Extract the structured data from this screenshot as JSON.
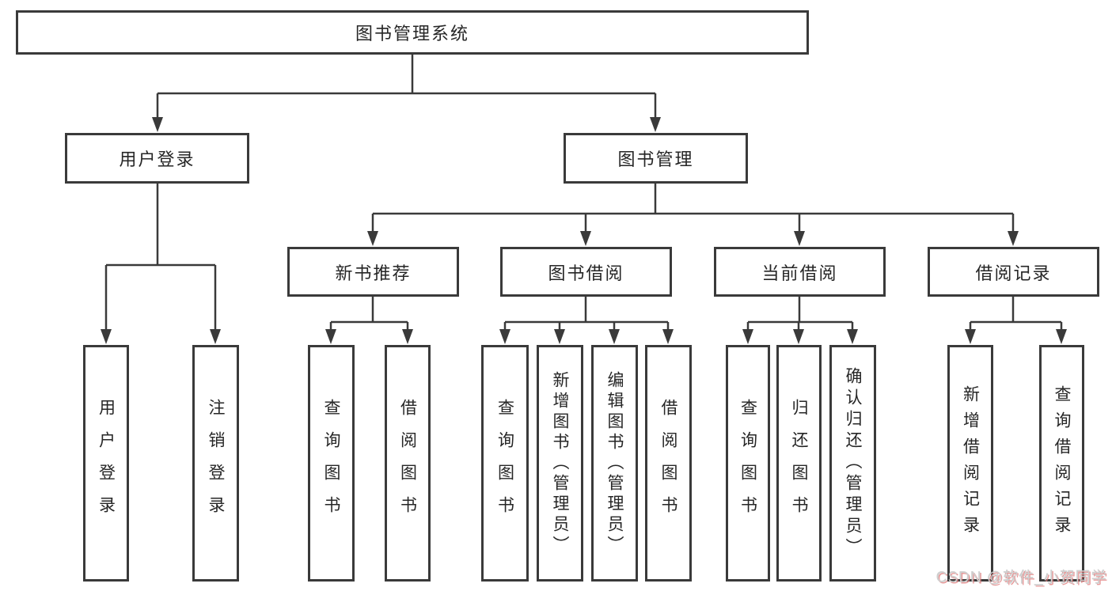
{
  "diagram": {
    "title": "图书管理系统",
    "root": "图书管理系统",
    "children": [
      {
        "label": "用户登录",
        "children": [
          "用户登录",
          "注销登录"
        ]
      },
      {
        "label": "图书管理",
        "children": [
          {
            "label": "新书推荐",
            "children": [
              "查询图书",
              "借阅图书"
            ]
          },
          {
            "label": "图书借阅",
            "children": [
              "查询图书",
              "新增图书（管理员）",
              "编辑图书（管理员）",
              "借阅图书"
            ]
          },
          {
            "label": "当前借阅",
            "children": [
              "查询图书",
              "归还图书",
              "确认归还（管理员）"
            ]
          },
          {
            "label": "借阅记录",
            "children": [
              "新增借阅记录",
              "查询借阅记录"
            ]
          }
        ]
      }
    ],
    "colors": {
      "line": "#3a3a3a",
      "text": "#262626",
      "background": "#ffffff"
    }
  },
  "watermark": {
    "text": "CSDN @软件_小贺同学"
  }
}
